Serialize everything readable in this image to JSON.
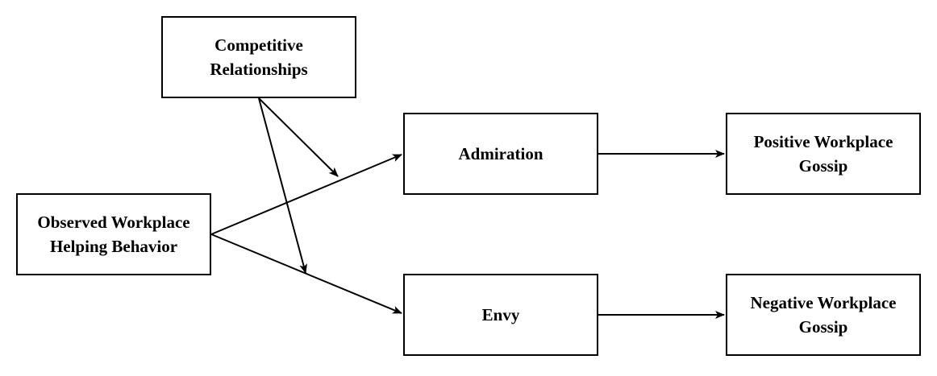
{
  "nodes": {
    "competitive_relationships": "Competitive\nRelationships",
    "observed_helping": "Observed Workplace\nHelping Behavior",
    "admiration": "Admiration",
    "envy": "Envy",
    "positive_gossip": "Positive Workplace\nGossip",
    "negative_gossip": "Negative Workplace\nGossip"
  },
  "edges": [
    {
      "from": "observed_helping",
      "to": "admiration"
    },
    {
      "from": "observed_helping",
      "to": "envy"
    },
    {
      "from": "admiration",
      "to": "positive_gossip"
    },
    {
      "from": "envy",
      "to": "negative_gossip"
    },
    {
      "from": "competitive_relationships",
      "to": "edge:observed_helping->admiration",
      "type": "moderation"
    },
    {
      "from": "competitive_relationships",
      "to": "edge:observed_helping->envy",
      "type": "moderation"
    }
  ],
  "colors": {
    "stroke": "#000000",
    "background": "#ffffff"
  }
}
